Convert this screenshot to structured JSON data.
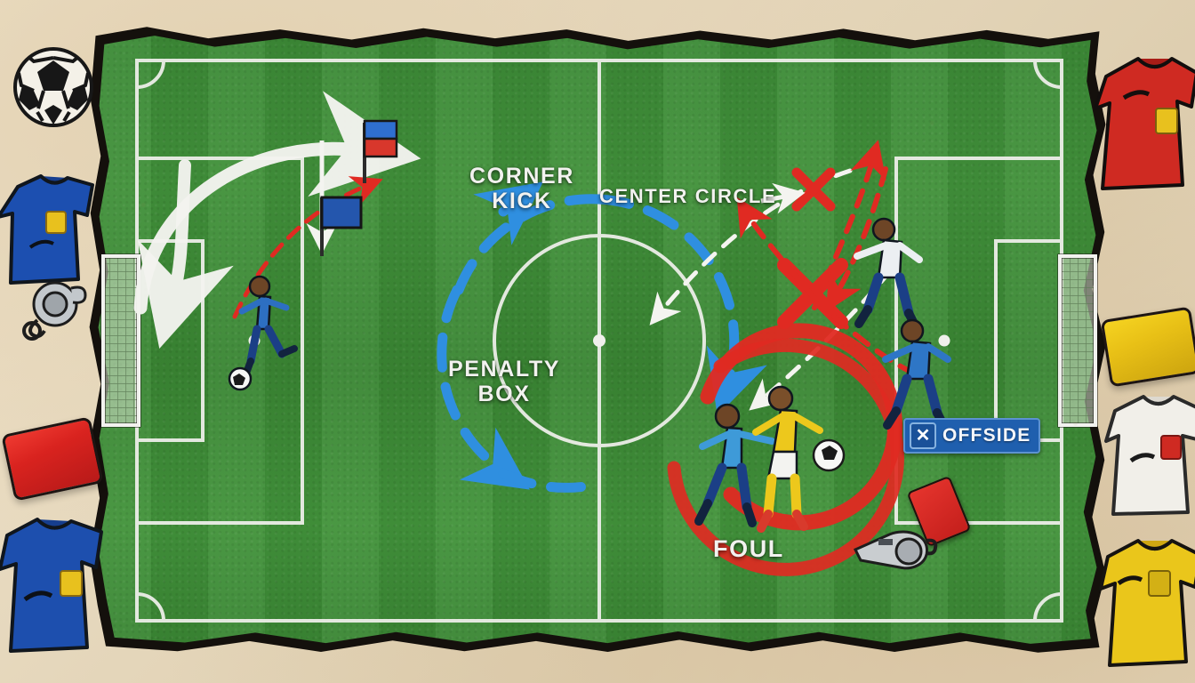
{
  "scene": {
    "title": "Soccer Tactics Board",
    "surface": "aged paper",
    "pitch_color": "#3f8f38",
    "line_color": "#f0f0ec"
  },
  "labels": {
    "corner_kick": "CORNER\nKICK",
    "penalty_box": "PENALTY\nBOX",
    "center_circle": "CENTER CIRCLE",
    "foul": "FOUL",
    "offside": "OFFSIDE"
  },
  "icons": {
    "offside_mark": "✕"
  },
  "annotations": {
    "corner_flag_icon": "corner-flag",
    "white_curved_arrow": "attack-run-arrow",
    "red_dashed_arrow_corner": "corner-delivery-arrow",
    "blue_dashed_circle": "center-circle-rotation",
    "white_dashed_arrows": "off-ball-movement",
    "red_circle_highlight": "foul-highlight",
    "red_x_marks": [
      "offside-trap-x-upper",
      "offside-trap-x-lower"
    ],
    "red_dashed_arrows_right": "defensive-line-arrows"
  },
  "colors": {
    "accent_red": "#e02a22",
    "accent_blue": "#2f8fe0",
    "offside_badge_bg": "#1f5fae",
    "white_marking": "#f2f2ef",
    "card_red": "#d9231f",
    "card_yellow": "#e8c016",
    "paper": "#e6d8bd"
  },
  "props": {
    "soccer_ball": "soccer-ball",
    "whistle_left": "referee-whistle",
    "whistle_field": "referee-whistle",
    "red_card_left": "red-card",
    "red_card_field": "red-card",
    "yellow_card_right": "yellow-card",
    "jerseys": [
      {
        "name": "jersey-blue-top-left",
        "color": "#1c4fb0",
        "crest": "gold",
        "side": "left"
      },
      {
        "name": "jersey-blue-bottom-left",
        "color": "#1d4fae",
        "crest": "gold",
        "side": "left"
      },
      {
        "name": "jersey-red-top-right",
        "color": "#cf2a22",
        "crest": "gold",
        "side": "right"
      },
      {
        "name": "jersey-white-mid-right",
        "color": "#f1efe9",
        "crest": "red",
        "side": "right"
      },
      {
        "name": "jersey-yellow-bottom-right",
        "color": "#eac61b",
        "crest": "gold",
        "side": "right"
      }
    ]
  },
  "players": [
    {
      "name": "player-blue-left-kicker",
      "kit": "blue",
      "action": "striking ball"
    },
    {
      "name": "player-blue-contesting",
      "kit": "light-blue",
      "action": "challenging"
    },
    {
      "name": "player-yellow-ball-carrier",
      "kit": "yellow",
      "action": "shielding ball"
    },
    {
      "name": "player-white-right-upper",
      "kit": "white",
      "action": "running"
    },
    {
      "name": "player-blue-right-lower",
      "kit": "blue",
      "action": "running"
    }
  ],
  "field": {
    "goals": 2,
    "penalty_boxes": 2,
    "center_spot": true,
    "penalty_spots": 2,
    "corner_arcs": 4
  }
}
